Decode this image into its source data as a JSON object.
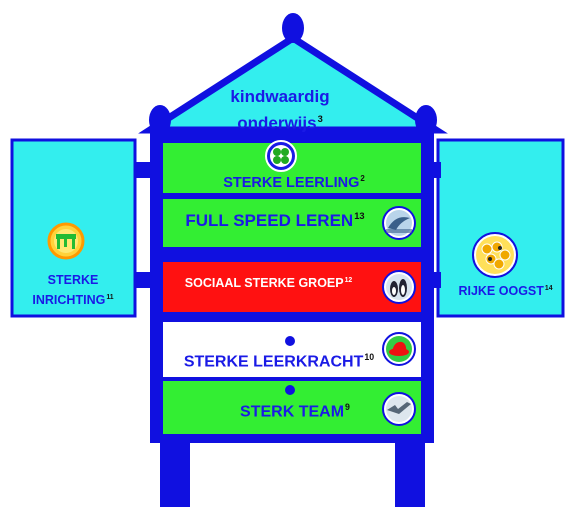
{
  "roof": {
    "line1": "kindwaardig",
    "line2": "onderwijs",
    "sup": "3"
  },
  "panels": [
    {
      "label": "STERKE LEERLING",
      "sup": "2",
      "color": "#33ee33",
      "icon": "clover-icon"
    },
    {
      "label": "FULL SPEED LEREN",
      "sup": "13",
      "color": "#33ee33",
      "icon": "dolphins-icon"
    },
    {
      "label": "SOCIAAL STERKE GROEP",
      "sup": "12",
      "color": "#ff1111",
      "icon": "penguins-icon"
    },
    {
      "label": "STERKE LEERKRACHT",
      "sup": "10",
      "color": "#ffffff",
      "icon": "hat-icon"
    },
    {
      "label": "STERK TEAM",
      "sup": "9",
      "color": "#33ee33",
      "icon": "birds-icon"
    }
  ],
  "left_wing": {
    "line1": "STERKE",
    "line2": "INRICHTING",
    "sup": "11",
    "color": "#33eeee",
    "icon": "table-icon"
  },
  "right_wing": {
    "label": "RIJKE OOGST",
    "sup": "14",
    "color": "#33eeee",
    "icon": "honeycomb-icon"
  },
  "colors": {
    "frame": "#1010e0",
    "cyan": "#33eeee",
    "green": "#33ee33",
    "red": "#ff1111"
  }
}
